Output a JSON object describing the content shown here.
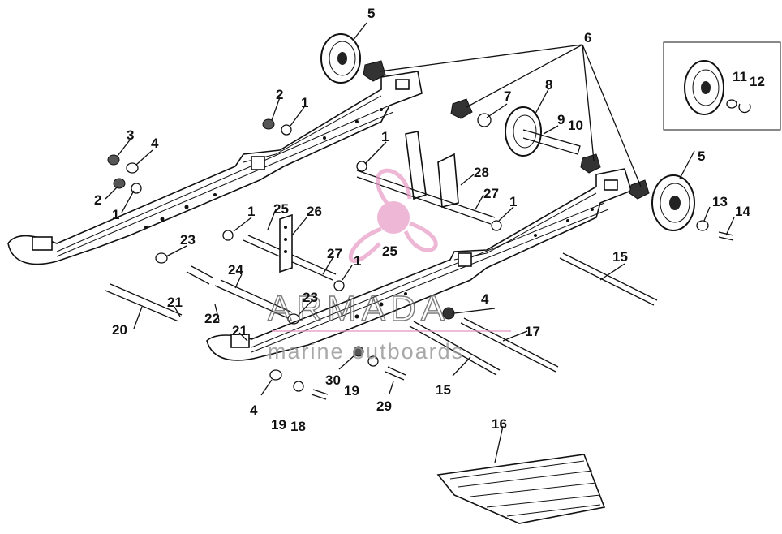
{
  "watermark": {
    "title": "ARMADA",
    "subtitle": "marine outboards",
    "color": "#e8a0c8"
  },
  "labels": [
    {
      "id": "l5a",
      "text": "5"
    },
    {
      "id": "l6",
      "text": "6"
    },
    {
      "id": "l2a",
      "text": "2"
    },
    {
      "id": "l1a",
      "text": "1"
    },
    {
      "id": "l3",
      "text": "3"
    },
    {
      "id": "l4a",
      "text": "4"
    },
    {
      "id": "l2b",
      "text": "2"
    },
    {
      "id": "l1b",
      "text": "1"
    },
    {
      "id": "l7",
      "text": "7"
    },
    {
      "id": "l8",
      "text": "8"
    },
    {
      "id": "l9",
      "text": "9"
    },
    {
      "id": "l10",
      "text": "10"
    },
    {
      "id": "l11",
      "text": "11"
    },
    {
      "id": "l12",
      "text": "12"
    },
    {
      "id": "l1c",
      "text": "1"
    },
    {
      "id": "l28",
      "text": "28"
    },
    {
      "id": "l27a",
      "text": "27"
    },
    {
      "id": "l1d",
      "text": "1"
    },
    {
      "id": "l5b",
      "text": "5"
    },
    {
      "id": "l13",
      "text": "13"
    },
    {
      "id": "l14",
      "text": "14"
    },
    {
      "id": "l25a",
      "text": "25"
    },
    {
      "id": "l26",
      "text": "26"
    },
    {
      "id": "l1e",
      "text": "1"
    },
    {
      "id": "l23a",
      "text": "23"
    },
    {
      "id": "l25b",
      "text": "25"
    },
    {
      "id": "l27b",
      "text": "27"
    },
    {
      "id": "l1f",
      "text": "1"
    },
    {
      "id": "l24",
      "text": "24"
    },
    {
      "id": "l15a",
      "text": "15"
    },
    {
      "id": "l21a",
      "text": "21"
    },
    {
      "id": "l23b",
      "text": "23"
    },
    {
      "id": "l4b",
      "text": "4"
    },
    {
      "id": "l22",
      "text": "22"
    },
    {
      "id": "l20",
      "text": "20"
    },
    {
      "id": "l21b",
      "text": "21"
    },
    {
      "id": "l17",
      "text": "17"
    },
    {
      "id": "l30",
      "text": "30"
    },
    {
      "id": "l19a",
      "text": "19"
    },
    {
      "id": "l15b",
      "text": "15"
    },
    {
      "id": "l29",
      "text": "29"
    },
    {
      "id": "l4c",
      "text": "4"
    },
    {
      "id": "l19b",
      "text": "19"
    },
    {
      "id": "l18",
      "text": "18"
    },
    {
      "id": "l16",
      "text": "16"
    }
  ]
}
